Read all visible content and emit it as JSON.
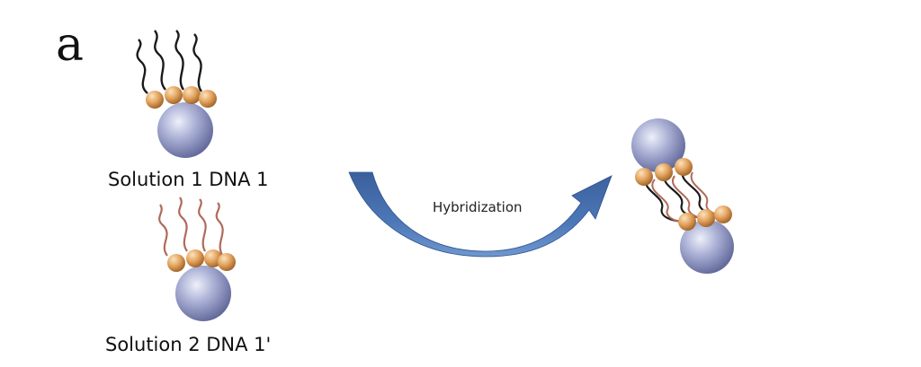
{
  "figure": {
    "panel_label": "a",
    "solution1_caption": "Solution 1 DNA 1",
    "solution2_caption": "Solution 2 DNA 1'",
    "arrow_label": "Hybridization"
  },
  "colors": {
    "particle": "#9fa6cc",
    "particle_dark": "#6b72a6",
    "bead": "#e0a25d",
    "bead_dark": "#a86a2c",
    "strand_dna1": "#1a1a1a",
    "strand_dna1_prime": "#b06a5a",
    "arrow": "#4a72b0",
    "arrow_dark": "#2f558f"
  }
}
